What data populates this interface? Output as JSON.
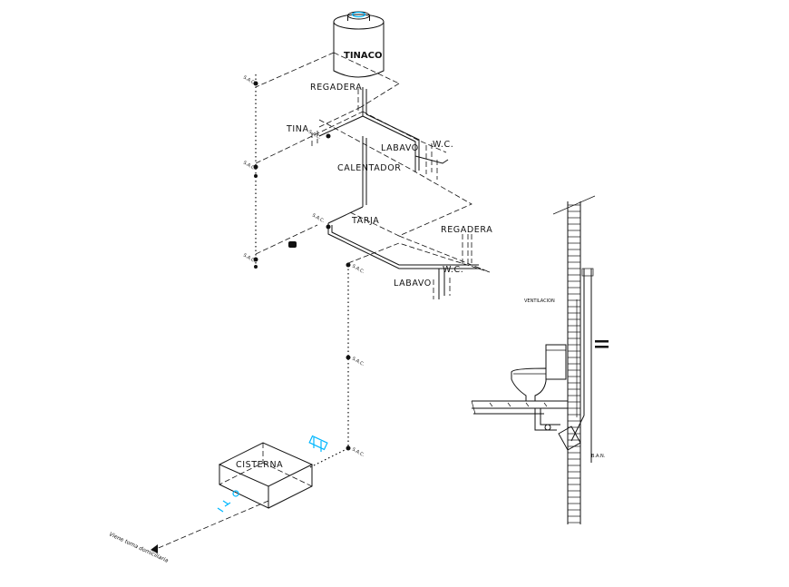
{
  "labels": {
    "tinaco": "TINACO",
    "regadera_top": "REGADERA",
    "tina": "TINA",
    "labavo_top": "LABAVO",
    "wc_top": "W.C.",
    "calentador": "CALENTADOR",
    "tarja": "TARJA",
    "regadera_bottom": "REGADERA",
    "wc_bottom": "W.C.",
    "labavo_bottom": "LABAVO",
    "cisterna": "CISTERNA",
    "ventilacion": "VENTILACION",
    "ban": "B.A.N.",
    "viene_toma": "Viene toma domiciliaria"
  },
  "valve_tag": "S.A.C.",
  "colors": {
    "line": "#111111",
    "accent": "#00b7ff",
    "background": "#ffffff"
  }
}
